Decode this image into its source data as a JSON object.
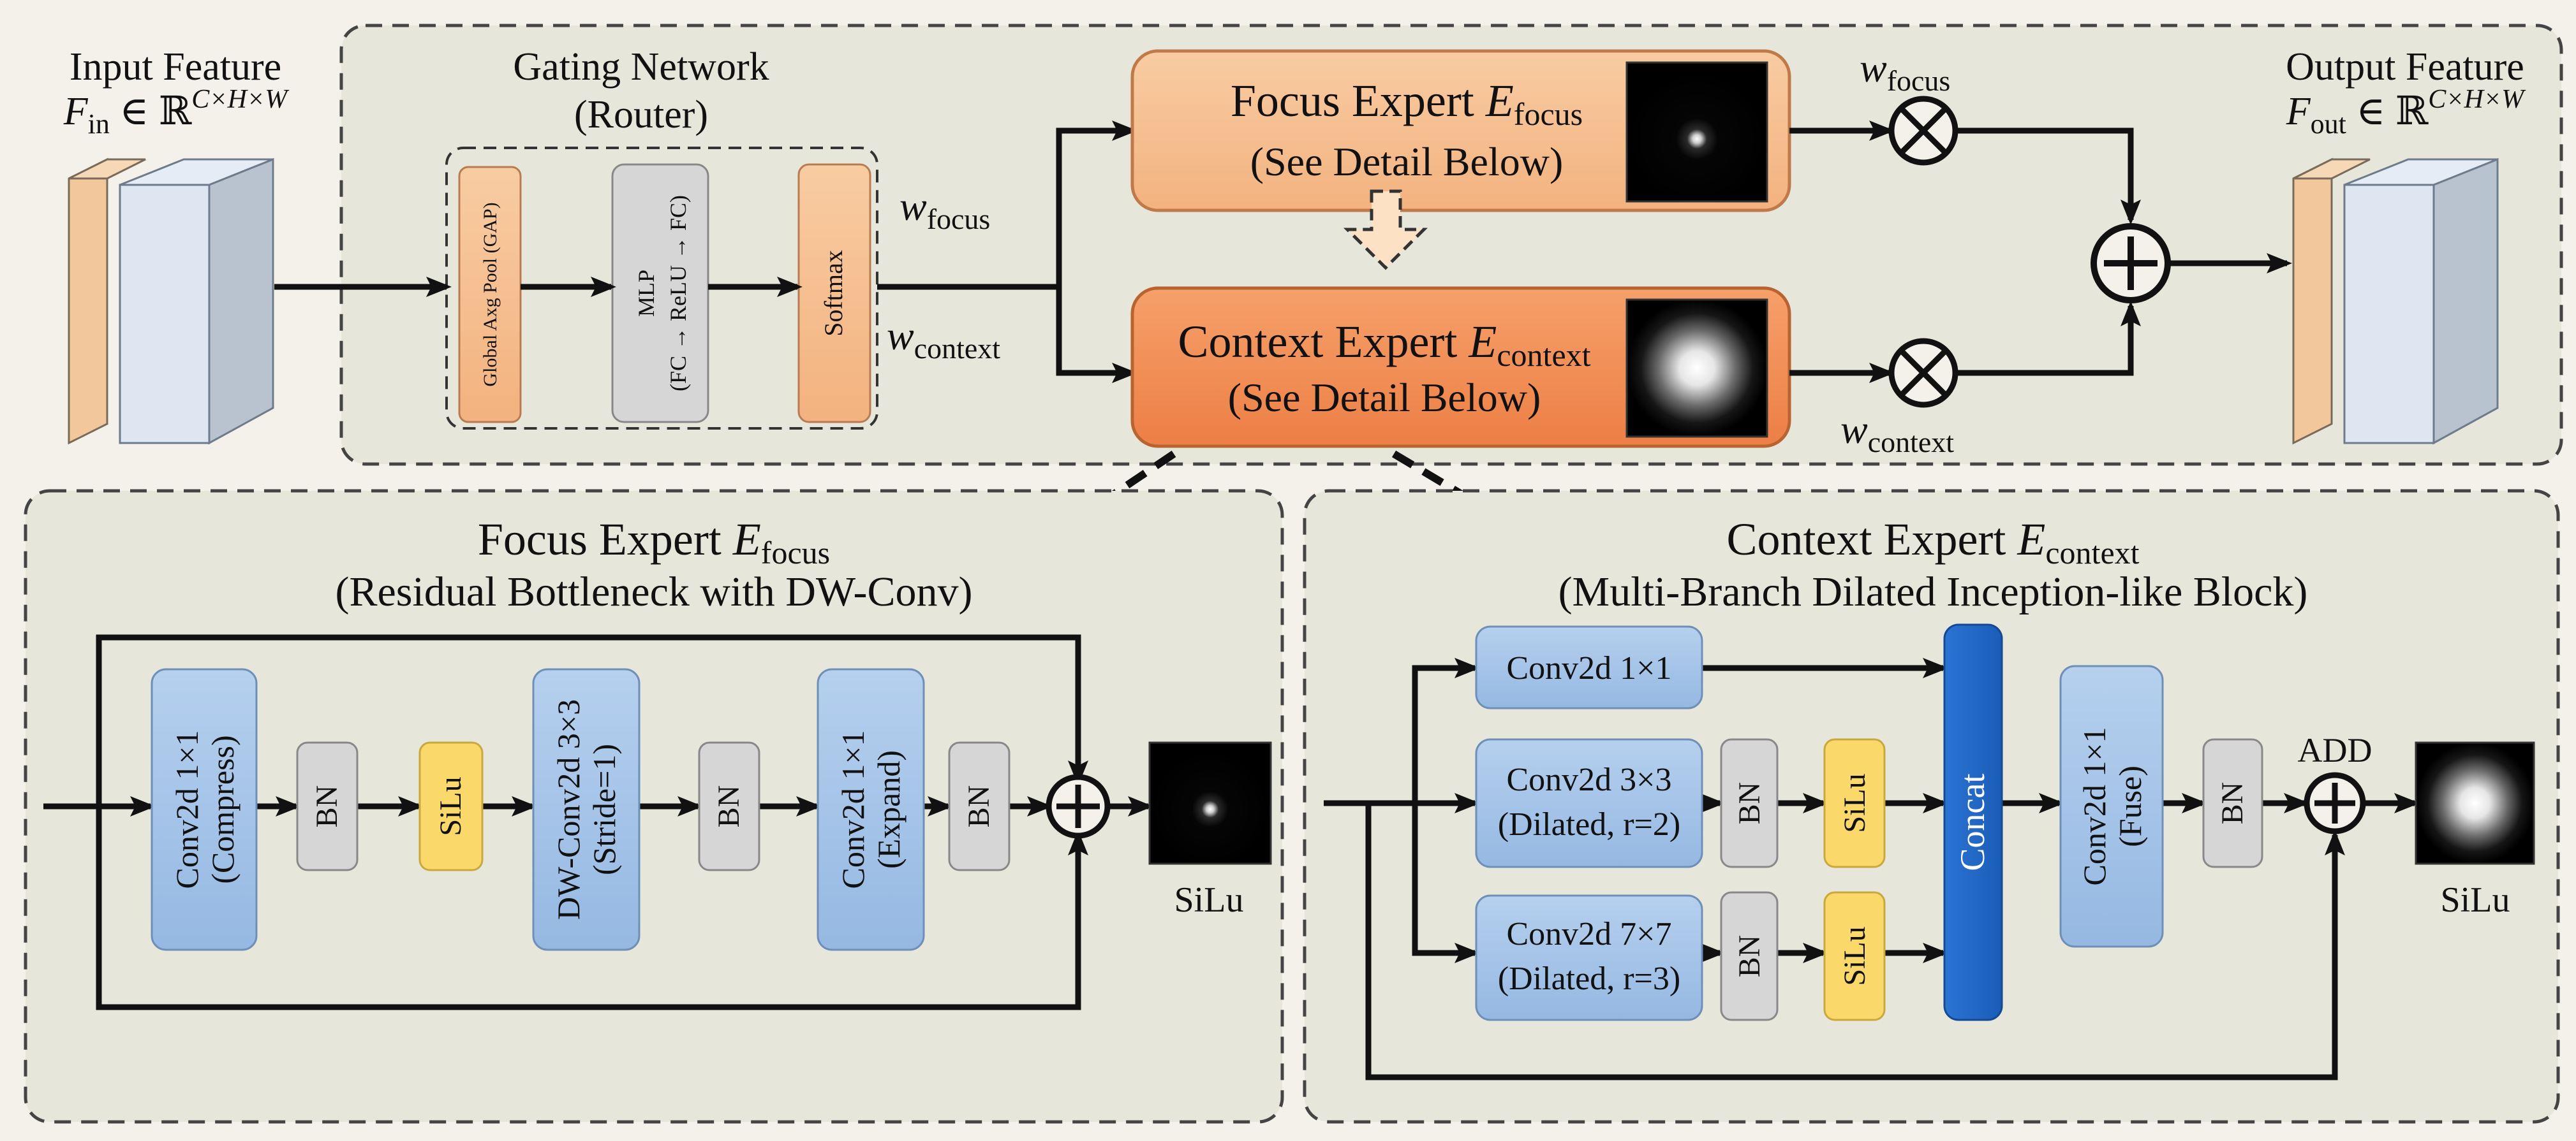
{
  "colors": {
    "background": "#f3f1ea",
    "panel": "#e7e6da",
    "orange_dark": "#f0915a",
    "orange_light": "#f5c194",
    "blue_box": "#a9c6e8",
    "blue_concat": "#2167c6",
    "gray_box": "#d6d6d6",
    "yellow_box": "#fbd86a",
    "arrow": "#111111"
  },
  "top": {
    "input": {
      "title": "Input Feature",
      "math": "F",
      "sub": "in",
      "rest": " ∈ ℝ",
      "sup": "C×H×W"
    },
    "output": {
      "title": "Output Feature",
      "math": "F",
      "sub": "out",
      "rest": " ∈ ℝ",
      "sup": "C×H×W"
    },
    "gating": {
      "title": "Gating Network",
      "subtitle": "(Router)",
      "gap_label": "Global Axg Pool (GAP)",
      "mlp_label": "MLP",
      "mlp_sub": "(FC → ReLU → FC)",
      "softmax_label": "Softmax"
    },
    "w_focus": {
      "base": "w",
      "sub": "focus"
    },
    "w_context": {
      "base": "w",
      "sub": "context"
    },
    "focus_expert": {
      "line1": "Focus Expert ",
      "math": "E",
      "sub": "focus",
      "line2": "(See Detail Below)"
    },
    "context_expert": {
      "line1": "Context Expert ",
      "math": "E",
      "sub": "context",
      "line2": "(See Detail Below)"
    }
  },
  "focus_panel": {
    "title": "Focus Expert ",
    "math": "E",
    "sub": "focus",
    "subtitle": "(Residual Bottleneck with DW-Conv)",
    "compress": [
      "Conv2d 1×1",
      "(Compress)"
    ],
    "bn": "BN",
    "silu": "SiLu",
    "dwconv": [
      "DW-Conv2d 3×3",
      "(Stride=1)"
    ],
    "expand": [
      "Conv2d 1×1",
      "(Expand)"
    ],
    "output_label": "SiLu"
  },
  "context_panel": {
    "title": "Context Expert ",
    "math": "E",
    "sub": "context",
    "subtitle": "(Multi-Branch Dilated Inception-like Block)",
    "branch1": [
      "Conv2d 1×1"
    ],
    "branch2": [
      "Conv2d 3×3",
      "(Dilated, r=2)"
    ],
    "branch3": [
      "Conv2d 7×7",
      "(Dilated, r=3)"
    ],
    "bn": "BN",
    "silu": "SiLu",
    "concat": "Concat",
    "fuse": [
      "Conv2d 1×1",
      "(Fuse)"
    ],
    "add": "ADD",
    "output_label": "SiLu"
  }
}
